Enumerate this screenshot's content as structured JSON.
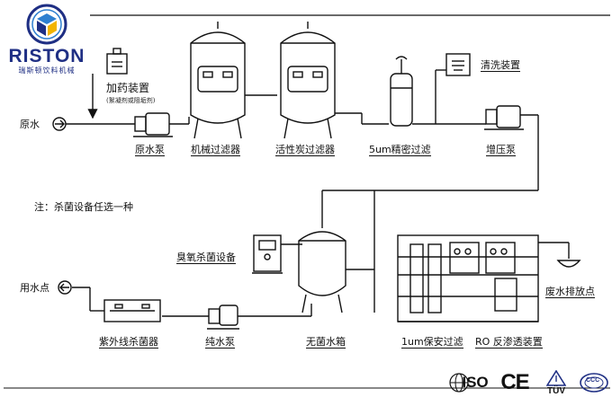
{
  "brand": {
    "name": "RISTON",
    "subtitle": "瑞斯顿饮料机械",
    "primary_color": "#1f2f84",
    "accent_color": "#2e7fd0"
  },
  "note": "注：杀菌设备任选一种",
  "labels": {
    "raw_water": "原水",
    "dosing": "加药装置",
    "dosing_sub": "(絮凝剂或阻垢剂)",
    "raw_water_pump": "原水泵",
    "mechanical_filter": "机械过滤器",
    "carbon_filter": "活性炭过滤器",
    "precision_filter": "5um精密过滤",
    "cleaning": "清洗装置",
    "booster_pump": "增压泵",
    "ozone": "臭氧杀菌设备",
    "water_point": "用水点",
    "uv": "紫外线杀菌器",
    "pure_pump": "纯水泵",
    "sterile_tank": "无菌水箱",
    "security_filter": "1um保安过滤",
    "ro": "RO 反渗透装置",
    "waste": "废水排放点"
  },
  "certifications": {
    "iso": "ISO",
    "ce": "CE",
    "tuv": "TÜV",
    "ccc": "CCC"
  }
}
